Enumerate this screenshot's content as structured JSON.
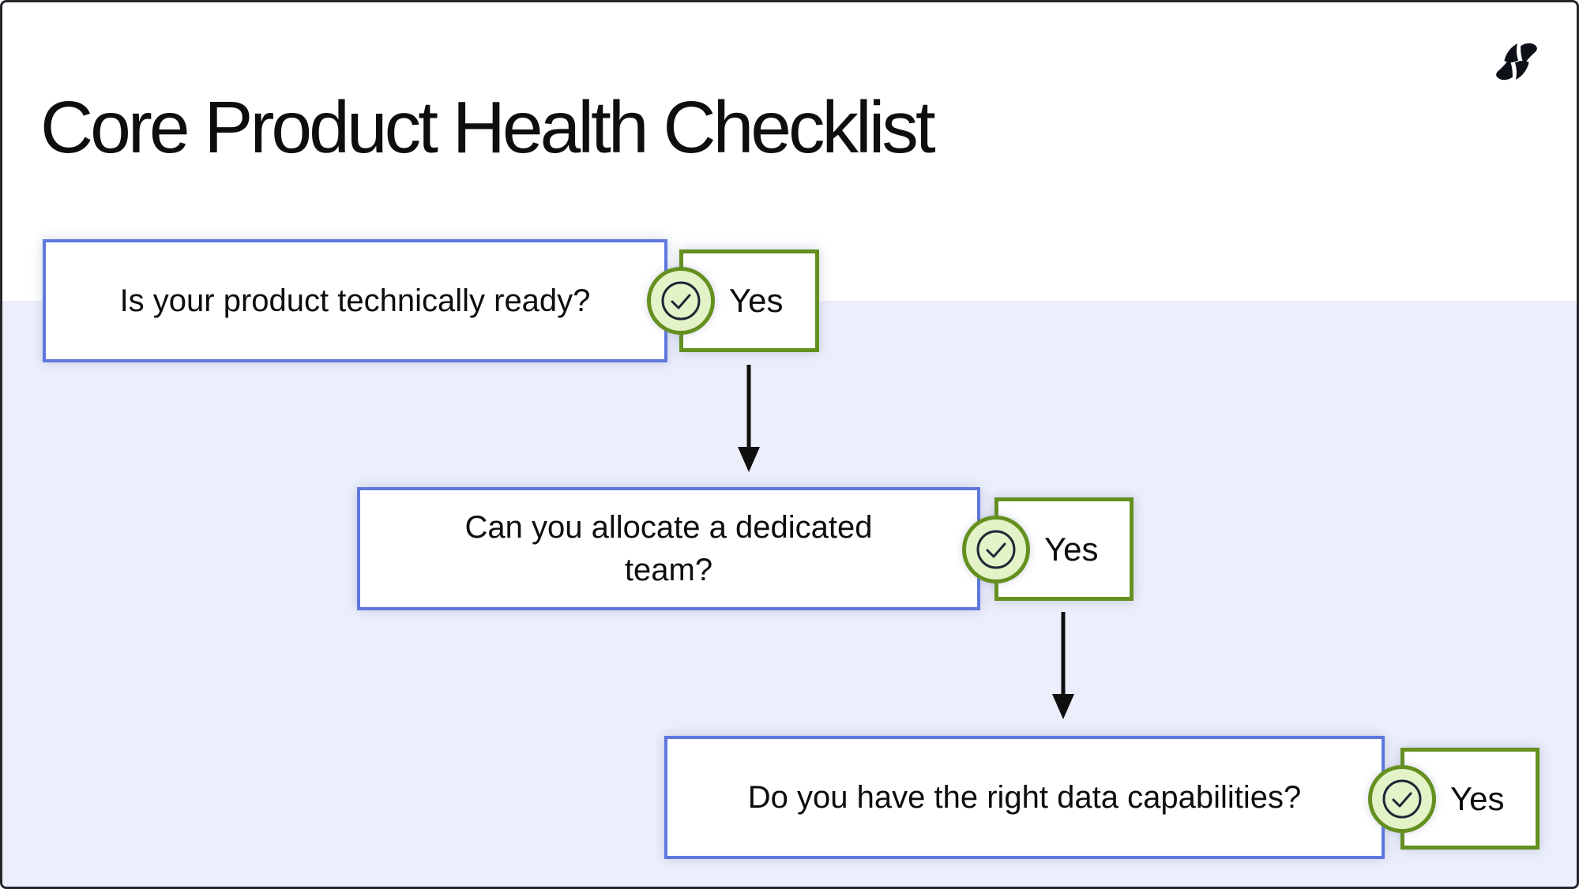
{
  "page": {
    "title": "Core Product Health Checklist",
    "background_top_color": "#FFFFFF",
    "background_bottom_color": "#ECEFFB"
  },
  "brand": {
    "logo_icon": "pinwheel-swirl-logo-icon",
    "logo_color": "#0D1016"
  },
  "flowchart": {
    "type": "vertical-decision-flow",
    "nodes": [
      {
        "question": "Is your product technically ready?",
        "answer": "Yes",
        "checked": true
      },
      {
        "question": "Can you allocate a dedicated team?",
        "answer": "Yes",
        "checked": true
      },
      {
        "question": "Do you have the right data capabilities?",
        "answer": "Yes",
        "checked": true
      }
    ],
    "connectors": [
      {
        "from": 1,
        "to": 2,
        "style": "arrow-down"
      },
      {
        "from": 2,
        "to": 3,
        "style": "arrow-down"
      }
    ],
    "colors": {
      "question_border": "#5E78DE",
      "answer_border": "#64901F",
      "answer_check_fill": "#E3F2C7",
      "check_icon_stroke": "#1E2736",
      "arrow": "#0F0F0F",
      "text": "#0C0D0F"
    }
  }
}
